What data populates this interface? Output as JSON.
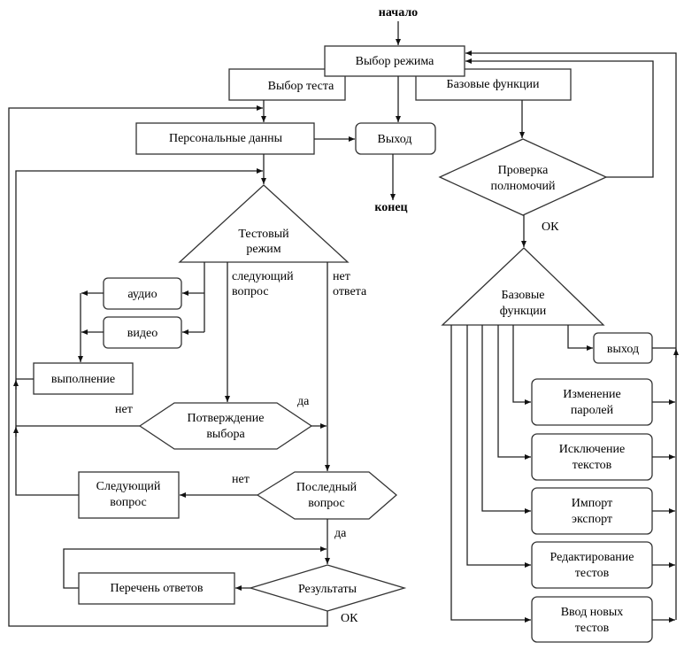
{
  "start": "начало",
  "end": "конец",
  "mode_select": "Выбор режима",
  "test_select": "Выбор теста",
  "base_functions_box": "Базовые функции",
  "personal_data": "Персональные данны",
  "exit": "Выход",
  "auth_check": [
    "Проверка",
    "полномочий"
  ],
  "ok_auth": "ОК",
  "test_mode": [
    "Тестовый",
    "режим"
  ],
  "next_question_label": [
    "следующий",
    "вопрос"
  ],
  "no_answer_label": [
    "нет",
    "ответа"
  ],
  "audio": "аудио",
  "video": "видео",
  "execution": "выполнение",
  "confirm": [
    "Потверждение",
    "выбора"
  ],
  "confirm_no": "нет",
  "confirm_yes": "да",
  "last_question": [
    "Последный",
    "вопрос"
  ],
  "last_no": "нет",
  "last_yes": "да",
  "next_question": [
    "Следующий",
    "вопрос"
  ],
  "results": "Результаты",
  "results_ok": "ОК",
  "answers_list": "Перечень ответов",
  "base_functions": [
    "Базовые",
    "функции"
  ],
  "base_exit": "выход",
  "functions": [
    [
      "Изменение",
      "паролей"
    ],
    [
      "Исключение",
      "текстов"
    ],
    [
      "Импорт",
      "экспорт"
    ],
    [
      "Редактирование",
      "тестов"
    ],
    [
      "Ввод новых",
      "тестов"
    ]
  ]
}
